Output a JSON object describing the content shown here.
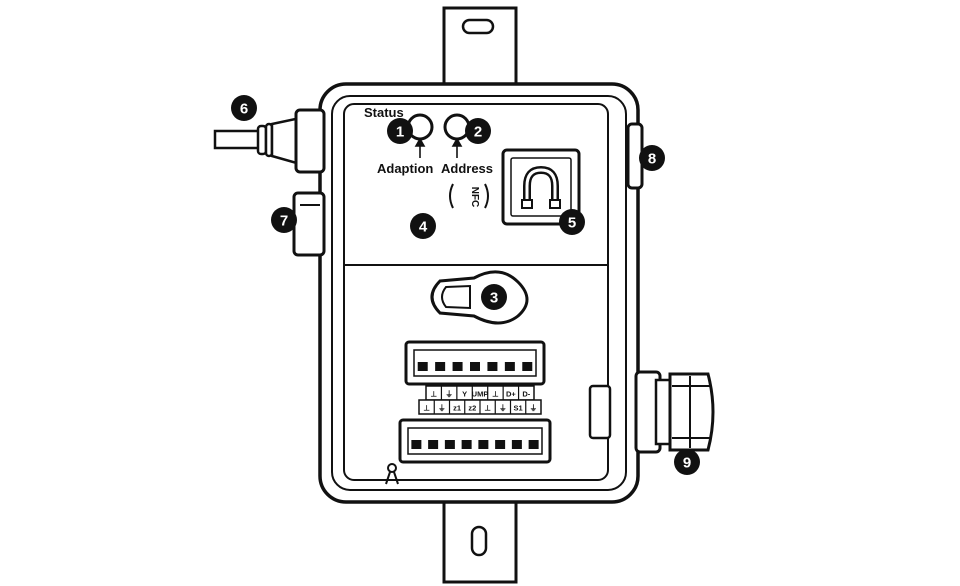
{
  "labels": {
    "status": "Status",
    "adaption": "Adaption",
    "address": "Address",
    "nfc": "NFC"
  },
  "callouts": [
    "1",
    "2",
    "3",
    "4",
    "5",
    "6",
    "7",
    "8",
    "9"
  ],
  "terminals": {
    "upper": [
      "⊥",
      "⏚",
      "Y",
      "UMP",
      "⊥",
      "D+",
      "D-"
    ],
    "lower": [
      "⊥",
      "⏚",
      "z1",
      "z2",
      "⊥",
      "⏚",
      "S1",
      "⏚"
    ]
  },
  "colors": {
    "stroke": "#111111",
    "fill": "#ffffff",
    "callout": "#111111"
  }
}
